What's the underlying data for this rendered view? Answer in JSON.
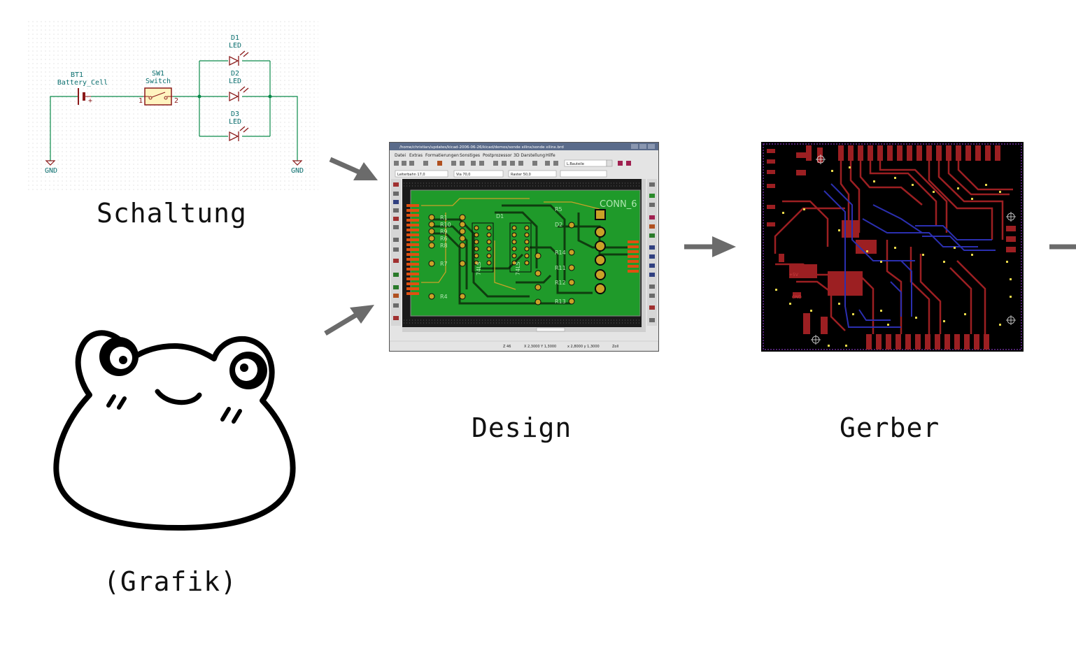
{
  "schematic": {
    "caption": "Schaltung",
    "bt1_ref": "BT1",
    "bt1_value": "Battery_Cell",
    "sw1_ref": "SW1",
    "sw1_value": "Switch",
    "sw_pin1": "1",
    "sw_pin2": "2",
    "plus": "+",
    "d1_ref": "D1",
    "d2_ref": "D2",
    "d3_ref": "D3",
    "led_value": "LED",
    "gnd_left": "GND",
    "gnd_right": "GND",
    "wire_color": "#0a8a4a",
    "part_color": "#8b1a1a"
  },
  "graphic": {
    "caption": "(Grafik)"
  },
  "design": {
    "caption": "Design",
    "window_title": "/home/christian/updates/kicad-2006-06-26/kicad/demos/sonde xilinx/sonde xilinx.brd",
    "menu": [
      "Datei",
      "Extras",
      "Formatierungen",
      "Sonstiges",
      "Postprozessor",
      "3D Darstellung",
      "Hilfe"
    ],
    "toolbar_select_1": "Leiterbahn 17,0",
    "toolbar_select_2": "Via 70,0",
    "toolbar_select_3": "Raster 50,0",
    "layer_select": "L.Bauteile",
    "conn_label": "CONN_6",
    "labels": [
      "R1",
      "R10",
      "R9",
      "R6",
      "R8",
      "R7",
      "R4",
      "R5",
      "R14",
      "R11",
      "R12",
      "R13",
      "D1",
      "D2",
      "74LS"
    ],
    "status_z": "Z 46",
    "status_xy": "X 2,3000  Y 1,3000",
    "status_dxy": "x 2,8000  y 1,3000",
    "status_unit": "Zoll",
    "board_color": "#1f9a2a",
    "track_color": "#0f3d0f",
    "pad_color": "#c9a227"
  },
  "gerber": {
    "caption": "Gerber",
    "bg_color": "#000000",
    "top_color": "#9c1f22",
    "bottom_color": "#2b2fb0",
    "via_color": "#e8d84a",
    "label_1": "+5V",
    "label_2": "GND"
  },
  "arrows": {
    "color": "#6b6b6b"
  }
}
